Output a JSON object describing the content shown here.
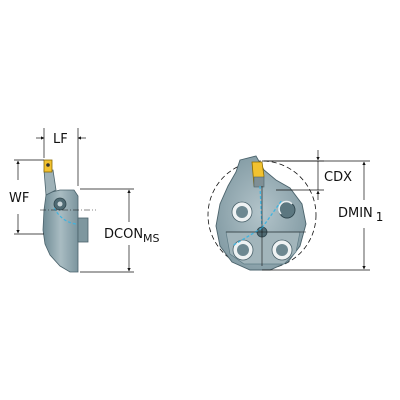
{
  "labels": {
    "lf": "LF",
    "wf": "WF",
    "dcon": "DCON",
    "dcon_sub": "MS",
    "cdx": "CDX",
    "dmin": "DMIN",
    "dmin_sub": "1"
  },
  "colors": {
    "body": "#8fa6ad",
    "body_dark": "#5f7c86",
    "body_light": "#bccbd0",
    "coolant": "#3fb4e0",
    "insert": "#f2c230",
    "dim_line": "#111111"
  }
}
